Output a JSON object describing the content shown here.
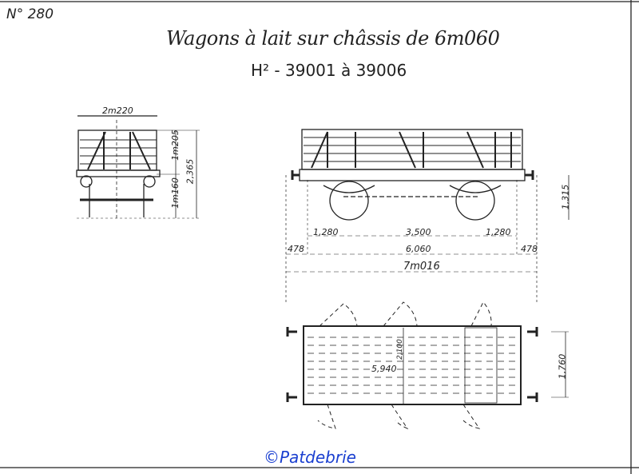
{
  "plate_number": "N° 280",
  "title": "Wagons à lait sur châssis de 6m060",
  "subtitle": "H² - 39001 à 39006",
  "end_view": {
    "width": "2m220",
    "body_height": "1m205",
    "total_height": "2,365",
    "floor_height": "1m160"
  },
  "side_view": {
    "buffer_height": "1,315",
    "overhang_left": "1,280",
    "wheelbase": "3,500",
    "overhang_right": "1,280",
    "buffer_left": "478",
    "frame_length": "6,060",
    "buffer_right": "478",
    "total_length": "7m016"
  },
  "plan_view": {
    "inner_width": "2,100",
    "inner_length": "5,940",
    "buffer_spacing": "1,760"
  },
  "watermark": "©Patdebrie",
  "colors": {
    "ink": "#222222",
    "watermark": "#1a3fd0"
  }
}
